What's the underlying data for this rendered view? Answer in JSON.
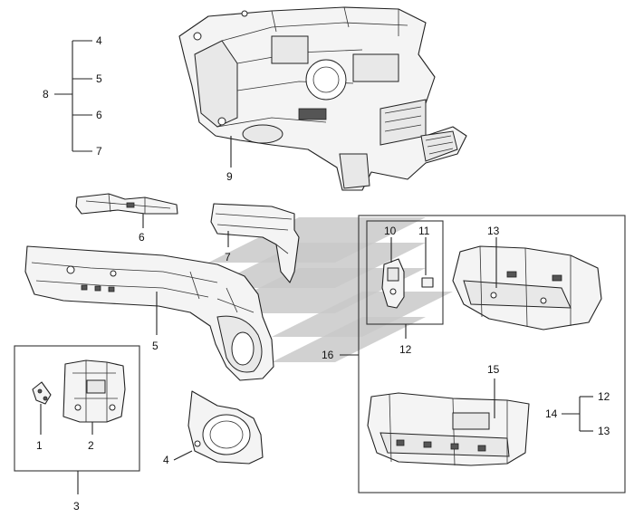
{
  "diagram": {
    "callouts": {
      "c1": "1",
      "c2": "2",
      "c3": "3",
      "c4a": "4",
      "c4b": "4",
      "c5a": "5",
      "c5b": "5",
      "c6a": "6",
      "c6b": "6",
      "c7a": "7",
      "c7b": "7",
      "c8": "8",
      "c9": "9",
      "c10": "10",
      "c11": "11",
      "c12a": "12",
      "c12b": "12",
      "c13a": "13",
      "c13b": "13",
      "c14": "14",
      "c15": "15",
      "c16": "16"
    },
    "colors": {
      "line": "#222222",
      "watermark": "#c9c9c9",
      "background": "#ffffff"
    }
  }
}
